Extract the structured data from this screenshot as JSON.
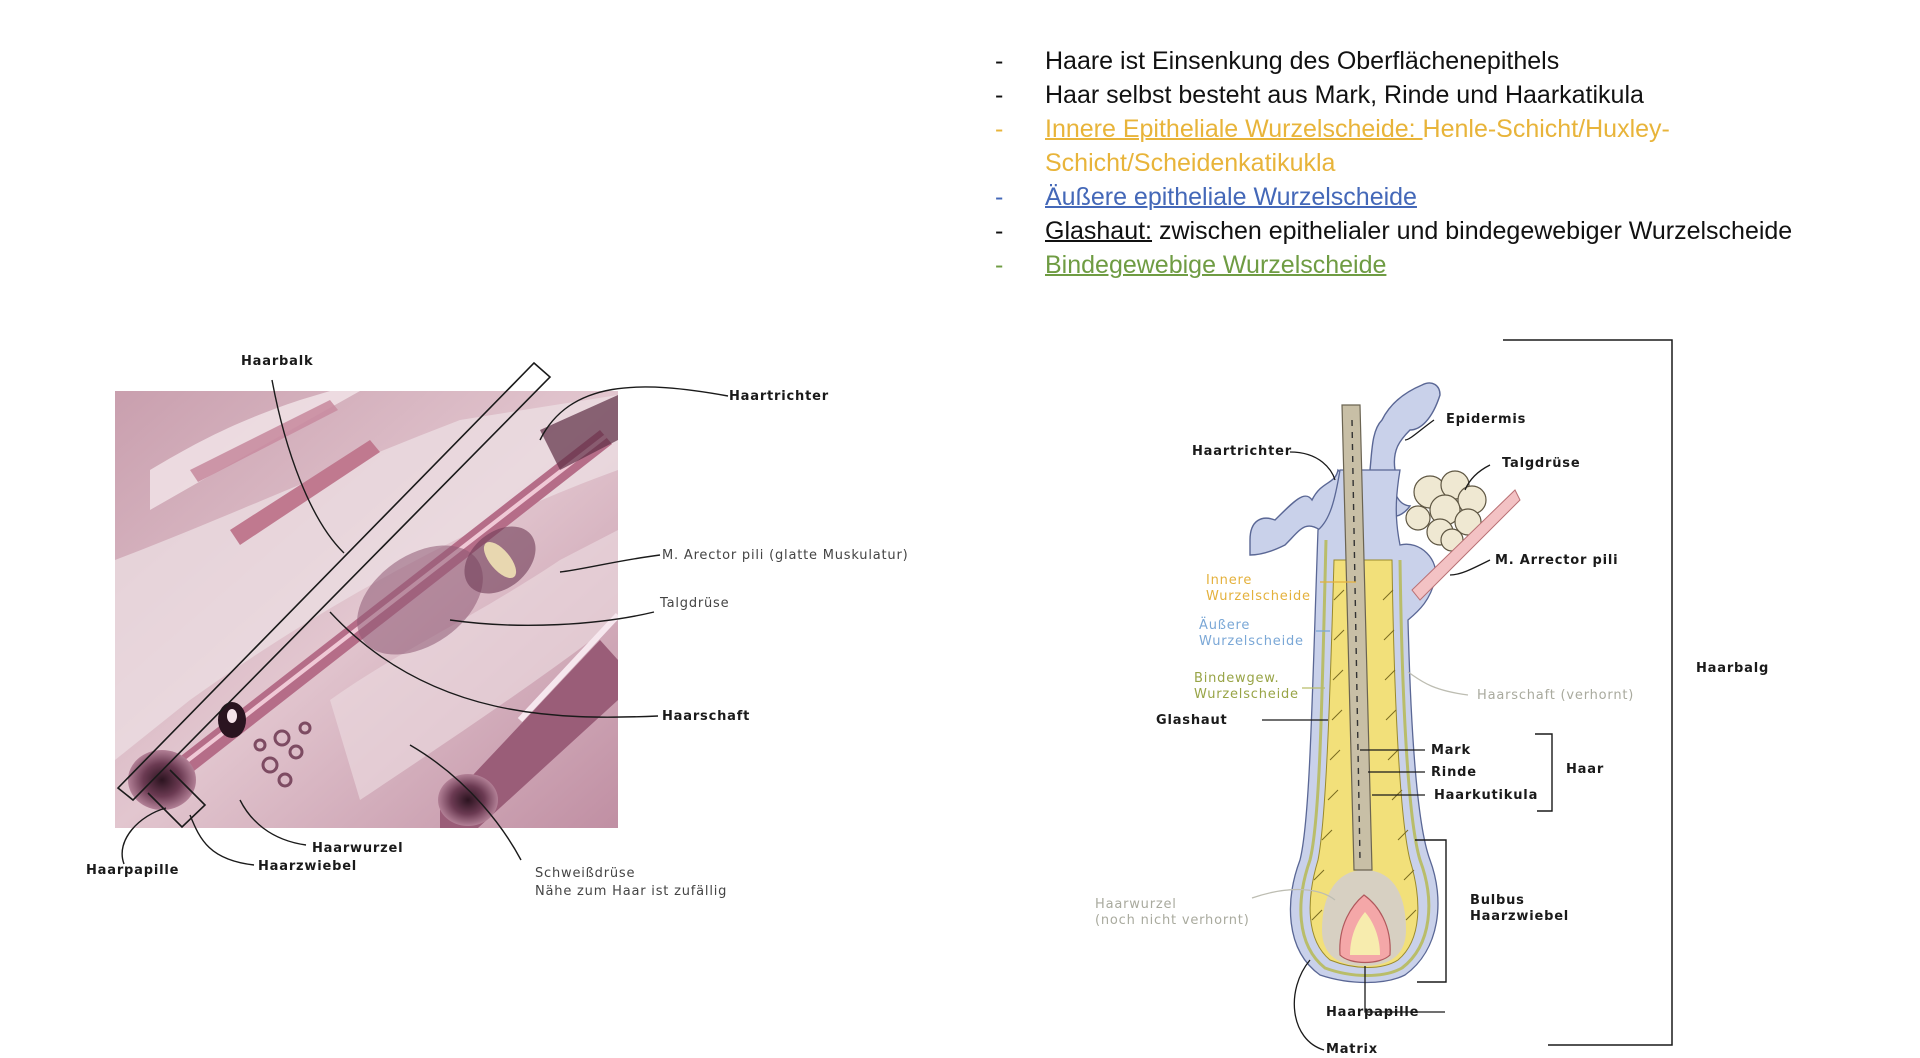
{
  "bullets": [
    {
      "dash": "-",
      "dash_color": "#111111",
      "parts": [
        {
          "text": "Haare ist Einsenkung des Oberflächenepithels",
          "color": "#111111",
          "underline": false
        }
      ]
    },
    {
      "dash": "-",
      "dash_color": "#111111",
      "parts": [
        {
          "text": "Haar selbst besteht aus Mark, Rinde und Haarkatikula",
          "color": "#111111",
          "underline": false
        }
      ]
    },
    {
      "dash": "-",
      "dash_color": "#e8b43a",
      "parts": [
        {
          "text": "Innere Epitheliale Wurzelscheide: ",
          "color": "#e8b43a",
          "underline": true
        },
        {
          "text": "Henle-Schicht/Huxley-Schicht/Scheidenkatikukla",
          "color": "#e8b43a",
          "underline": false
        }
      ]
    },
    {
      "dash": "-",
      "dash_color": "#4468b8",
      "parts": [
        {
          "text": "Äußere epitheliale Wurzelscheide",
          "color": "#4468b8",
          "underline": true
        }
      ]
    },
    {
      "dash": "-",
      "dash_color": "#111111",
      "parts": [
        {
          "text": "Glashaut:",
          "color": "#111111",
          "underline": true
        },
        {
          "text": " zwischen epithelialer und bindegewebiger Wurzelscheide",
          "color": "#111111",
          "underline": false
        }
      ]
    },
    {
      "dash": "-",
      "dash_color": "#6f9c43",
      "parts": [
        {
          "text": "Bindegewebige Wurzelscheide",
          "color": "#6f9c43",
          "underline": true
        }
      ]
    }
  ],
  "histology": {
    "labels": {
      "haarbalk": "Haarbalk",
      "haartrichter": "Haartrichter",
      "arrector": "M. Arector pili (glatte Muskulatur)",
      "talgdruese": "Talgdrüse",
      "haarschaft": "Haarschaft",
      "haarwurzel": "Haarwurzel",
      "haarzwiebel": "Haarzwiebel",
      "haarpapille": "Haarpapille",
      "schweiss_1": "Schweißdrüse",
      "schweiss_2": "Nähe zum Haar ist zufällig"
    }
  },
  "schematic": {
    "labels": {
      "epidermis": "Epidermis",
      "haartrichter": "Haartrichter",
      "talgdruese": "Talgdrüse",
      "arrector": "M. Arrector pili",
      "innere_1": "Innere",
      "innere_2": "Wurzelscheide",
      "aeussere_1": "Äußere",
      "aeussere_2": "Wurzelscheide",
      "bindegew_1": "Bindewgew.",
      "bindegew_2": "Wurzelscheide",
      "glashaut": "Glashaut",
      "haarschaft": "Haarschaft (verhornt)",
      "haarbalg": "Haarbalg",
      "mark": "Mark",
      "rinde": "Rinde",
      "haarkutikula": "Haarkutikula",
      "haar": "Haar",
      "bulbus_1": "Bulbus",
      "bulbus_2": "Haarzwiebel",
      "haarwurzel_1": "Haarwurzel",
      "haarwurzel_2": "(noch nicht verhornt)",
      "haarpapille": "Haarpapille",
      "matrix": "Matrix"
    }
  },
  "colors": {
    "inner_sheath": "#f2e07a",
    "outer_sheath": "#c9d1ea",
    "connective_sheath": "#b9bd6a",
    "hair_shaft": "#c8bfa6",
    "papilla": "#f4a7a8",
    "histology_stain": "#b98aa0"
  }
}
